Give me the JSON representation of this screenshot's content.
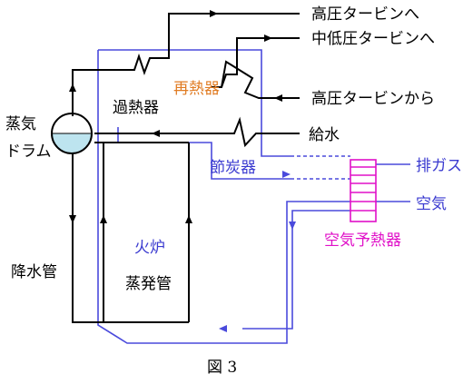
{
  "labels": {
    "hp_turbine_to": "高圧タービンへ",
    "mlp_turbine_to": "中低圧タービンへ",
    "hp_turbine_from": "高圧タービンから",
    "reheater": "再熱器",
    "superheater": "過熱器",
    "steam_drum_1": "蒸気",
    "steam_drum_2": "ドラム",
    "feedwater": "給水",
    "economizer": "節炭器",
    "exhaust_gas": "排ガス",
    "air": "空気",
    "air_preheater": "空気予熱器",
    "furnace": "火炉",
    "evaporator_tubes": "蒸発管",
    "downcomer": "降水管",
    "figure_caption": "図 3"
  },
  "colors": {
    "water_steam_line": "#000000",
    "gas_line": "#4a4adc",
    "reheater_text": "#e07b22",
    "air_preheater": "#e010c8",
    "drum_water": "#bde4ef"
  }
}
